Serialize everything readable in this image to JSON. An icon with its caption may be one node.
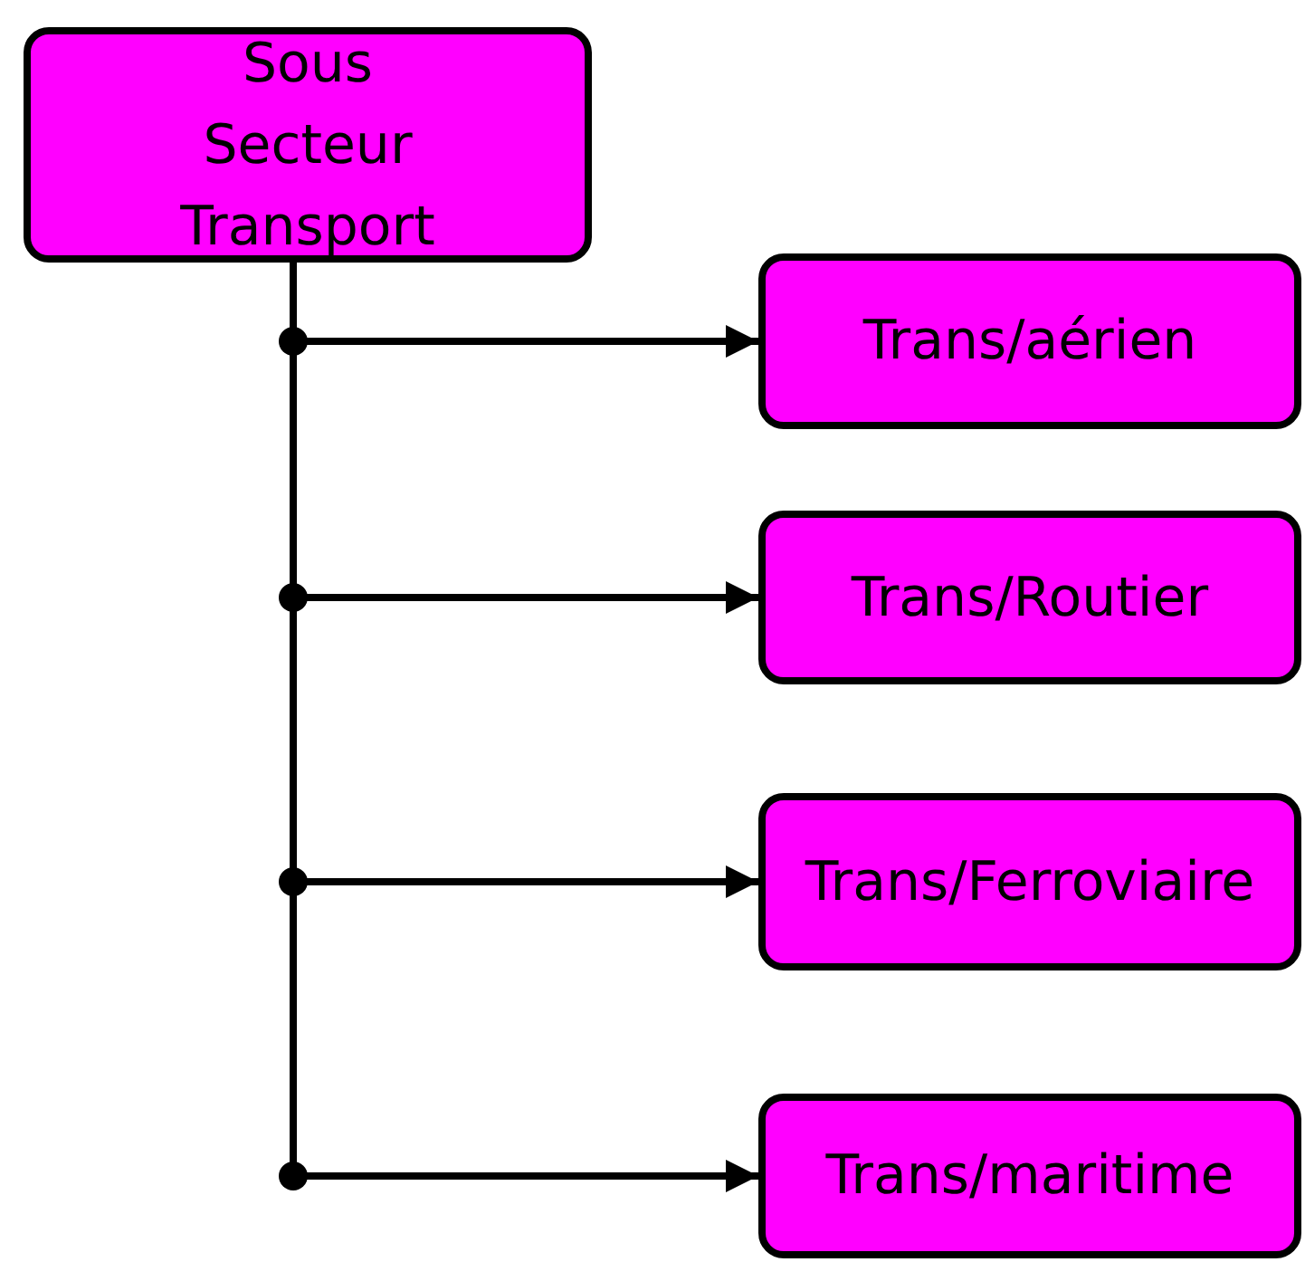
{
  "diagram": {
    "nodes": [
      {
        "text": [
          "Sous Secteur Transport"
        ]
      },
      {
        "text": [
          "Trans/aérien"
        ]
      },
      {
        "text": [
          "Trans/Routier"
        ]
      },
      {
        "text": [
          "Trans/Ferroviaire"
        ]
      },
      {
        "text": [
          "Trans/maritime"
        ]
      }
    ],
    "edges": [
      {
        "from": 0,
        "to": 1,
        "arrow": "to"
      },
      {
        "from": 0,
        "to": 2,
        "arrow": "to"
      },
      {
        "from": 0,
        "to": 3,
        "arrow": "to"
      },
      {
        "from": 0,
        "to": 4,
        "arrow": "to"
      }
    ]
  }
}
